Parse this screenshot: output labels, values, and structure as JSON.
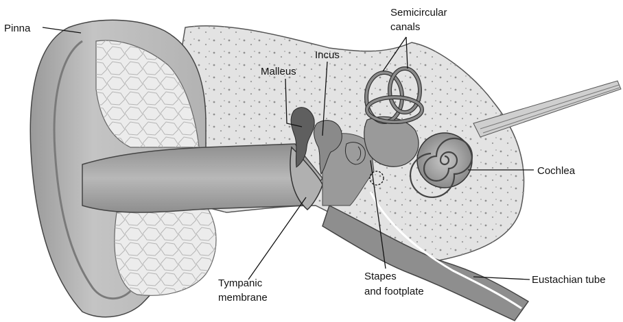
{
  "labels": {
    "pinna": "Pinna",
    "malleus": "Malleus",
    "incus": "Incus",
    "semicircular_line1": "Semicircular",
    "semicircular_line2": "canals",
    "cochlea": "Cochlea",
    "tympanic_line1": "Tympanic",
    "tympanic_line2": "membrane",
    "stapes_line1": "Stapes",
    "stapes_line2": "and footplate",
    "eustachian": "Eustachian tube"
  },
  "colors": {
    "skin": "#bdbdbd",
    "skin_dark": "#8a8a8a",
    "bone": "#d6d6d6",
    "canal": "#a8a8a8",
    "ossicle": "#7a7a7a",
    "cochlea": "#9c9c9c",
    "lines": "#111111"
  }
}
